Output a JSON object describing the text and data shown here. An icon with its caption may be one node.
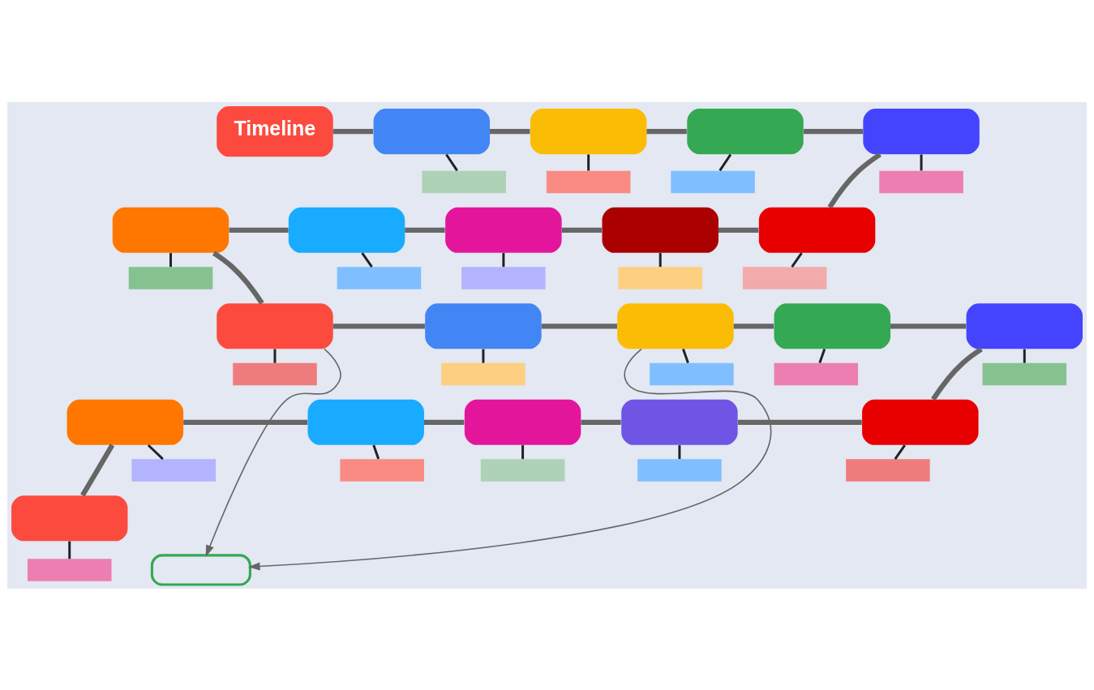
{
  "diagram": {
    "nodes": [
      {
        "text": [
          "Timeline"
        ]
      },
      {
        "text": [],
        "shape": "box"
      },
      {
        "text": [],
        "shape": "box"
      },
      {
        "text": [],
        "shape": "box"
      },
      {
        "text": [],
        "shape": "box"
      },
      {
        "text": [],
        "shape": "box"
      },
      {
        "text": [],
        "shape": "box"
      },
      {
        "text": [],
        "shape": "box"
      },
      {
        "text": [],
        "shape": "box"
      },
      {
        "text": [],
        "shape": "box"
      },
      {
        "text": [],
        "shape": "box"
      },
      {
        "text": [],
        "shape": "box"
      },
      {
        "text": [],
        "shape": "box"
      },
      {
        "text": [],
        "shape": "box"
      },
      {
        "text": [],
        "shape": "box"
      },
      {
        "text": [],
        "shape": "box"
      },
      {
        "text": [],
        "shape": "box"
      },
      {
        "text": [],
        "shape": "box"
      },
      {
        "text": [],
        "shape": "box"
      },
      {
        "text": [],
        "shape": "box"
      },
      {
        "text": [],
        "shape": "box"
      },
      {
        "text": [],
        "shape": "box"
      },
      {
        "text": [],
        "shape": "box"
      },
      {
        "text": [],
        "shape": "box"
      },
      {
        "text": [],
        "shape": "box"
      },
      {
        "text": [],
        "shape": "box"
      },
      {
        "text": [],
        "shape": "box"
      },
      {
        "text": [],
        "shape": "box"
      },
      {
        "text": [],
        "shape": "box"
      },
      {
        "text": [],
        "shape": "box"
      },
      {
        "text": [],
        "shape": "box"
      },
      {
        "text": [],
        "shape": "box"
      },
      {
        "text": [],
        "shape": "box"
      },
      {
        "text": [],
        "shape": "box"
      },
      {
        "text": [],
        "shape": "box"
      },
      {
        "text": [],
        "shape": "box"
      },
      {
        "text": [],
        "shape": "box"
      },
      {
        "text": [],
        "shape": "box"
      },
      {
        "text": [],
        "shape": "box"
      },
      {
        "text": [],
        "shape": "box"
      },
      {
        "text": [],
        "shape": "box"
      },
      {
        "text": [],
        "shape": "box"
      }
    ],
    "edges": [
      {
        "from": 0,
        "to": 1,
        "arrow": "none",
        "style": "thick"
      },
      {
        "from": 1,
        "to": 3,
        "arrow": "none",
        "style": "thick"
      },
      {
        "from": 3,
        "to": 5,
        "arrow": "none",
        "style": "thick"
      },
      {
        "from": 5,
        "to": 7,
        "arrow": "none",
        "style": "thick"
      },
      {
        "from": 7,
        "to": 9,
        "arrow": "none",
        "style": "thick"
      },
      {
        "from": 9,
        "to": 11,
        "arrow": "none",
        "style": "thick"
      },
      {
        "from": 11,
        "to": 13,
        "arrow": "none",
        "style": "thick"
      },
      {
        "from": 13,
        "to": 15,
        "arrow": "none",
        "style": "thick"
      },
      {
        "from": 15,
        "to": 17,
        "arrow": "none",
        "style": "thick"
      },
      {
        "from": 17,
        "to": 19,
        "arrow": "none",
        "style": "thick"
      },
      {
        "from": 19,
        "to": 21,
        "arrow": "none",
        "style": "thick"
      },
      {
        "from": 21,
        "to": 23,
        "arrow": "none",
        "style": "thick"
      },
      {
        "from": 23,
        "to": 25,
        "arrow": "none",
        "style": "thick"
      },
      {
        "from": 25,
        "to": 27,
        "arrow": "none",
        "style": "thick"
      },
      {
        "from": 27,
        "to": 29,
        "arrow": "none",
        "style": "thick"
      },
      {
        "from": 29,
        "to": 31,
        "arrow": "none",
        "style": "thick"
      },
      {
        "from": 31,
        "to": 33,
        "arrow": "none",
        "style": "thick"
      },
      {
        "from": 33,
        "to": 35,
        "arrow": "none",
        "style": "thick"
      },
      {
        "from": 35,
        "to": 37,
        "arrow": "none",
        "style": "thick"
      },
      {
        "from": 37,
        "to": 39,
        "arrow": "none",
        "style": "thick"
      },
      {
        "from": 1,
        "to": 2,
        "arrow": "none",
        "color": "#222222"
      },
      {
        "from": 3,
        "to": 4,
        "arrow": "none",
        "color": "#222222"
      },
      {
        "from": 5,
        "to": 6,
        "arrow": "none",
        "color": "#222222"
      },
      {
        "from": 7,
        "to": 8,
        "arrow": "none",
        "color": "#222222"
      },
      {
        "from": 9,
        "to": 10,
        "arrow": "none",
        "color": "#222222"
      },
      {
        "from": 11,
        "to": 12,
        "arrow": "none",
        "color": "#222222"
      },
      {
        "from": 13,
        "to": 14,
        "arrow": "none",
        "color": "#222222"
      },
      {
        "from": 15,
        "to": 16,
        "arrow": "none",
        "color": "#222222"
      },
      {
        "from": 17,
        "to": 18,
        "arrow": "none",
        "color": "#222222"
      },
      {
        "from": 19,
        "to": 20,
        "arrow": "none",
        "color": "#222222"
      },
      {
        "from": 21,
        "to": 22,
        "arrow": "none",
        "color": "#222222"
      },
      {
        "from": 23,
        "to": 24,
        "arrow": "none",
        "color": "#222222"
      },
      {
        "from": 25,
        "to": 26,
        "arrow": "none",
        "color": "#222222"
      },
      {
        "from": 27,
        "to": 28,
        "arrow": "none",
        "color": "#222222"
      },
      {
        "from": 29,
        "to": 30,
        "arrow": "none",
        "color": "#222222"
      },
      {
        "from": 31,
        "to": 32,
        "arrow": "none",
        "color": "#222222"
      },
      {
        "from": 33,
        "to": 34,
        "arrow": "none",
        "color": "#222222"
      },
      {
        "from": 35,
        "to": 36,
        "arrow": "none",
        "color": "#222222"
      },
      {
        "from": 37,
        "to": 38,
        "arrow": "none",
        "color": "#222222"
      },
      {
        "from": 39,
        "to": 40,
        "arrow": "none",
        "color": "#222222"
      },
      {
        "from": 19,
        "to": 41,
        "arrow": "to"
      },
      {
        "from": 23,
        "to": 41,
        "arrow": "to"
      }
    ]
  }
}
